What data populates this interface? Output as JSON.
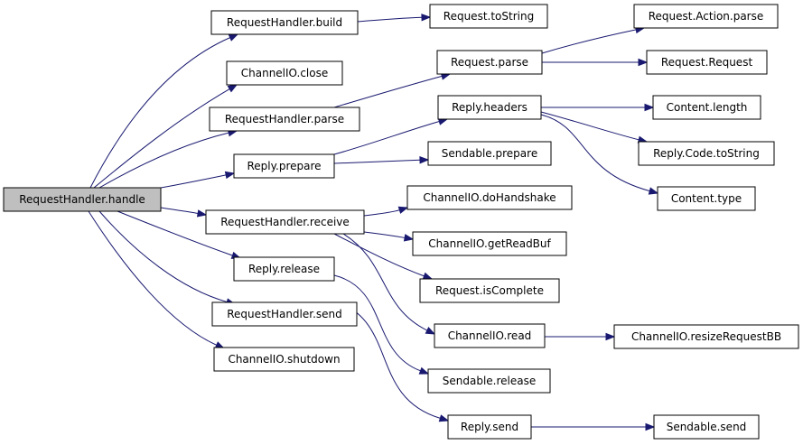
{
  "graph": {
    "nodes": [
      {
        "id": "rh_handle",
        "label": "RequestHandler.handle"
      },
      {
        "id": "rh_build",
        "label": "RequestHandler.build"
      },
      {
        "id": "cio_close",
        "label": "ChannelIO.close"
      },
      {
        "id": "rh_parse",
        "label": "RequestHandler.parse"
      },
      {
        "id": "reply_prepare",
        "label": "Reply.prepare"
      },
      {
        "id": "rh_receive",
        "label": "RequestHandler.receive"
      },
      {
        "id": "reply_release",
        "label": "Reply.release"
      },
      {
        "id": "rh_send",
        "label": "RequestHandler.send"
      },
      {
        "id": "cio_shutdown",
        "label": "ChannelIO.shutdown"
      },
      {
        "id": "req_tostring",
        "label": "Request.toString"
      },
      {
        "id": "req_parse",
        "label": "Request.parse"
      },
      {
        "id": "reply_headers",
        "label": "Reply.headers"
      },
      {
        "id": "send_prepare",
        "label": "Sendable.prepare"
      },
      {
        "id": "cio_handshake",
        "label": "ChannelIO.doHandshake"
      },
      {
        "id": "cio_getreadbuf",
        "label": "ChannelIO.getReadBuf"
      },
      {
        "id": "req_iscomplete",
        "label": "Request.isComplete"
      },
      {
        "id": "cio_read",
        "label": "ChannelIO.read"
      },
      {
        "id": "send_release",
        "label": "Sendable.release"
      },
      {
        "id": "reply_send",
        "label": "Reply.send"
      },
      {
        "id": "req_action_parse",
        "label": "Request.Action.parse"
      },
      {
        "id": "req_request",
        "label": "Request.Request"
      },
      {
        "id": "content_length",
        "label": "Content.length"
      },
      {
        "id": "reply_code_tostring",
        "label": "Reply.Code.toString"
      },
      {
        "id": "content_type",
        "label": "Content.type"
      },
      {
        "id": "cio_resize",
        "label": "ChannelIO.resizeRequestBB"
      },
      {
        "id": "send_send",
        "label": "Sendable.send"
      }
    ],
    "edges": [
      [
        "rh_handle",
        "rh_build"
      ],
      [
        "rh_handle",
        "cio_close"
      ],
      [
        "rh_handle",
        "rh_parse"
      ],
      [
        "rh_handle",
        "reply_prepare"
      ],
      [
        "rh_handle",
        "rh_receive"
      ],
      [
        "rh_handle",
        "reply_release"
      ],
      [
        "rh_handle",
        "rh_send"
      ],
      [
        "rh_handle",
        "cio_shutdown"
      ],
      [
        "rh_build",
        "req_tostring"
      ],
      [
        "rh_parse",
        "req_parse"
      ],
      [
        "req_parse",
        "req_action_parse"
      ],
      [
        "req_parse",
        "req_request"
      ],
      [
        "reply_prepare",
        "reply_headers"
      ],
      [
        "reply_prepare",
        "send_prepare"
      ],
      [
        "reply_headers",
        "content_length"
      ],
      [
        "reply_headers",
        "reply_code_tostring"
      ],
      [
        "reply_headers",
        "content_type"
      ],
      [
        "rh_receive",
        "cio_handshake"
      ],
      [
        "rh_receive",
        "cio_getreadbuf"
      ],
      [
        "rh_receive",
        "req_iscomplete"
      ],
      [
        "rh_receive",
        "cio_read"
      ],
      [
        "cio_read",
        "cio_resize"
      ],
      [
        "reply_release",
        "send_release"
      ],
      [
        "rh_send",
        "reply_send"
      ],
      [
        "reply_send",
        "send_send"
      ]
    ]
  }
}
